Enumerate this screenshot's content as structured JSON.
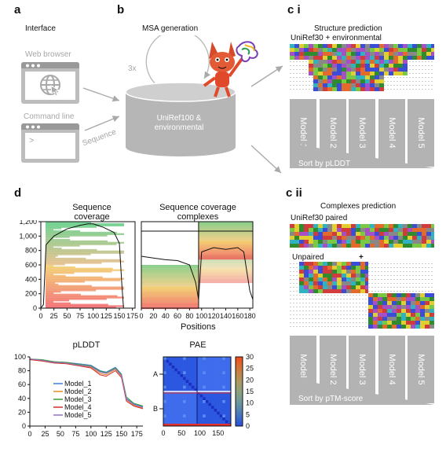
{
  "panels": {
    "a": {
      "letter": "a",
      "title": "Interface",
      "web_browser": "Web browser",
      "command_line": "Command line",
      "prompt": ">"
    },
    "b": {
      "letter": "b",
      "title": "MSA generation",
      "repeat": "3x",
      "db_line1": "UniRef100 &",
      "db_line2": "environmental",
      "sequence": "Sequence"
    },
    "ci": {
      "letter": "c i",
      "title": "Structure prediction",
      "msa_label": "UniRef30 + environmental",
      "sort_label": "Sort by pLDDT"
    },
    "cii": {
      "letter": "c ii",
      "title": "Complexes prediction",
      "paired_label": "UniRef30 paired",
      "unpaired_label": "Unpaired",
      "plus": "+",
      "sort_label": "Sort by pTM-score"
    },
    "d": {
      "letter": "d",
      "positions": "Positions"
    }
  },
  "models": [
    "Model 1",
    "Model 2",
    "Model 3",
    "Model 4",
    "Model 5"
  ],
  "chart_data": [
    {
      "type": "area",
      "title": "Sequence\ncoverage",
      "ylim": [
        0,
        1200
      ],
      "xlim": [
        0,
        180
      ],
      "yticks": [
        "0",
        "200",
        "400",
        "600",
        "800",
        "1,000",
        "1,200"
      ],
      "xticks": [
        "0",
        "25",
        "50",
        "75",
        "100",
        "125",
        "150",
        "175"
      ],
      "x": [
        0,
        5,
        10,
        25,
        50,
        75,
        90,
        100,
        120,
        140,
        150,
        155,
        158
      ],
      "y": [
        0,
        50,
        880,
        1000,
        1100,
        1150,
        1170,
        1170,
        1120,
        1050,
        900,
        300,
        0
      ]
    },
    {
      "type": "area",
      "title": "Sequence coverage\ncomplexes",
      "xlim": [
        0,
        185
      ],
      "xticks": [
        "0",
        "20",
        "40",
        "60",
        "80",
        "100",
        "120",
        "140",
        "160",
        "180"
      ],
      "x": [
        0,
        20,
        40,
        60,
        80,
        90,
        95,
        100,
        120,
        140,
        160,
        170,
        180,
        185
      ],
      "y": [
        0.6,
        0.58,
        0.56,
        0.55,
        0.5,
        0.3,
        0.1,
        0.65,
        0.7,
        0.68,
        0.7,
        0.65,
        0.2,
        0.1
      ]
    },
    {
      "type": "line",
      "title": "pLDDT",
      "ylim": [
        0,
        100
      ],
      "xlim": [
        0,
        185
      ],
      "yticks": [
        "0",
        "20",
        "40",
        "60",
        "80",
        "100"
      ],
      "xticks": [
        "0",
        "25",
        "50",
        "75",
        "100",
        "125",
        "150",
        "175"
      ],
      "series": [
        {
          "name": "Model_1",
          "color": "#3a7fcf",
          "values": [
            [
              0,
              97
            ],
            [
              20,
              95
            ],
            [
              40,
              93
            ],
            [
              60,
              92
            ],
            [
              80,
              90
            ],
            [
              100,
              88
            ],
            [
              115,
              80
            ],
            [
              125,
              78
            ],
            [
              140,
              85
            ],
            [
              150,
              75
            ],
            [
              158,
              40
            ],
            [
              170,
              32
            ],
            [
              185,
              28
            ]
          ]
        },
        {
          "name": "Model_2",
          "color": "#e38a2b",
          "values": [
            [
              0,
              96
            ],
            [
              20,
              94
            ],
            [
              40,
              92
            ],
            [
              60,
              91
            ],
            [
              80,
              88
            ],
            [
              100,
              85
            ],
            [
              115,
              76
            ],
            [
              125,
              74
            ],
            [
              140,
              82
            ],
            [
              150,
              72
            ],
            [
              158,
              38
            ],
            [
              170,
              30
            ],
            [
              185,
              26
            ]
          ]
        },
        {
          "name": "Model_3",
          "color": "#3a9a3a",
          "values": [
            [
              0,
              97
            ],
            [
              20,
              96
            ],
            [
              40,
              93
            ],
            [
              60,
              92
            ],
            [
              80,
              89
            ],
            [
              100,
              87
            ],
            [
              115,
              79
            ],
            [
              125,
              77
            ],
            [
              140,
              84
            ],
            [
              150,
              74
            ],
            [
              158,
              42
            ],
            [
              170,
              33
            ],
            [
              185,
              29
            ]
          ]
        },
        {
          "name": "Model_4",
          "color": "#d12f2f",
          "values": [
            [
              0,
              96
            ],
            [
              20,
              94
            ],
            [
              40,
              91
            ],
            [
              60,
              90
            ],
            [
              80,
              87
            ],
            [
              100,
              84
            ],
            [
              115,
              74
            ],
            [
              125,
              72
            ],
            [
              140,
              80
            ],
            [
              150,
              70
            ],
            [
              158,
              36
            ],
            [
              170,
              29
            ],
            [
              185,
              25
            ]
          ]
        },
        {
          "name": "Model_5",
          "color": "#9b6fc7",
          "values": [
            [
              0,
              97
            ],
            [
              20,
              95
            ],
            [
              40,
              92
            ],
            [
              60,
              91
            ],
            [
              80,
              88
            ],
            [
              100,
              86
            ],
            [
              115,
              78
            ],
            [
              125,
              76
            ],
            [
              140,
              83
            ],
            [
              150,
              73
            ],
            [
              158,
              39
            ],
            [
              170,
              31
            ],
            [
              185,
              27
            ]
          ]
        }
      ]
    },
    {
      "type": "heatmap",
      "title": "PAE",
      "xticks": [
        "0",
        "50",
        "100",
        "150"
      ],
      "row_labels": [
        "A",
        "B"
      ],
      "colorbar_ticks": [
        "0",
        "5",
        "10",
        "15",
        "20",
        "25",
        "30"
      ],
      "colorbar_range": [
        0,
        30
      ]
    }
  ]
}
